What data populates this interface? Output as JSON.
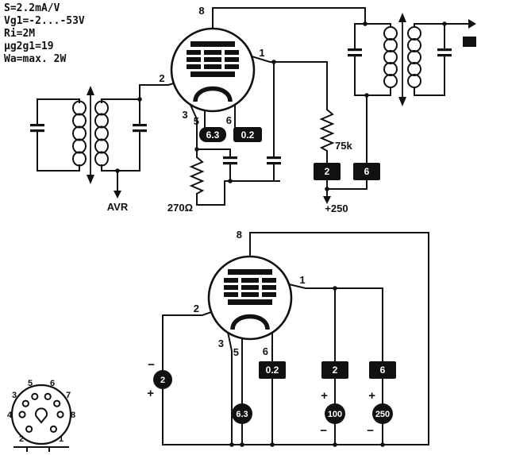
{
  "specs": {
    "lines": [
      "S=2.2mA/V",
      "Vg1=-2...-53V",
      "Ri=2M",
      "µg2g1=19",
      "Wa=max. 2W"
    ]
  },
  "top_circuit": {
    "pin8": "8",
    "pin1": "1",
    "pin2": "2",
    "pin3": "3",
    "pin5": "5",
    "pin6": "6",
    "heater_voltage_tag": "6.3",
    "heater_current_tag": "0.2",
    "agc_label": "AVR",
    "cathode_resistor": "270Ω",
    "screen_resistor": "75k",
    "screen_current_tag": "2",
    "anode_current_tag": "6",
    "supply_label": "+250"
  },
  "bottom_circuit": {
    "pin8": "8",
    "pin1": "1",
    "pin2": "2",
    "pin3": "3",
    "pin5": "5",
    "pin6": "6",
    "grid_battery": "2",
    "heater_battery": "6.3",
    "screen_battery": "100",
    "anode_battery": "250",
    "heater_current_tag": "0.2",
    "screen_current_tag": "2",
    "anode_current_tag": "6",
    "plus": "+",
    "minus": "−"
  },
  "socket": {
    "pin1": "1",
    "pin2": "2",
    "pin3": "3",
    "pin4": "4",
    "pin5": "5",
    "pin6": "6",
    "pin7": "7",
    "pin8": "8"
  }
}
